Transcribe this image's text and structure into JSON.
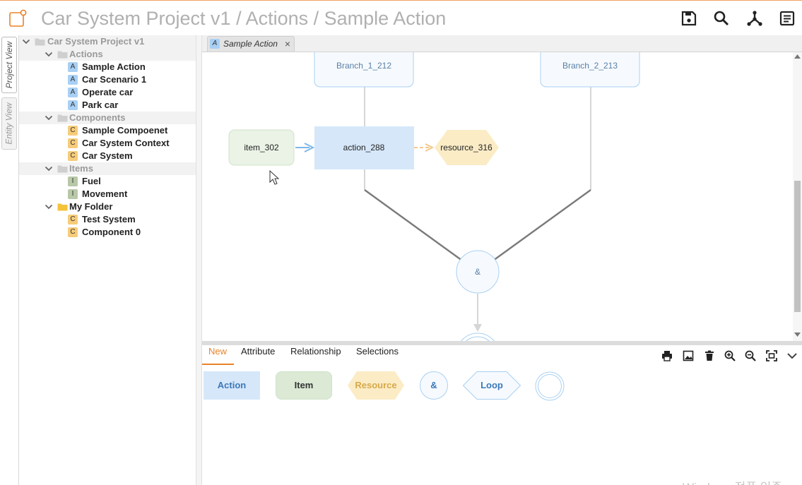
{
  "header": {
    "title": "Car System Project v1 / Actions / Sample Action",
    "icons": [
      "save-icon",
      "search-icon",
      "hierarchy-icon",
      "document-list-icon"
    ],
    "accent_color": "#f0a060"
  },
  "side_tabs": {
    "project_view": "Project View",
    "entity_view": "Entity View"
  },
  "tree": {
    "root": "Car System Project v1",
    "groups": [
      {
        "label": "Actions",
        "type_badge": "A",
        "items": [
          "Sample Action",
          "Car Scenario 1",
          "Operate car",
          "Park car"
        ]
      },
      {
        "label": "Components",
        "type_badge": "C",
        "items": [
          "Sample Compoenet",
          "Car System Context",
          "Car System"
        ]
      },
      {
        "label": "Items",
        "type_badge": "I",
        "items": [
          "Fuel",
          "Movement"
        ]
      },
      {
        "label": "My Folder",
        "type_badge": "C",
        "items": [
          "Test System",
          "Component 0"
        ]
      }
    ]
  },
  "editor": {
    "tab": {
      "badge": "A",
      "label": "Sample Action",
      "close": "×"
    },
    "diagram": {
      "branch1": "Branch_1_212",
      "branch2": "Branch_2_213",
      "item": "item_302",
      "action": "action_288",
      "resource": "resource_316",
      "and_gate": "&"
    }
  },
  "palette": {
    "tabs": [
      "New",
      "Attribute",
      "Relationship",
      "Selections"
    ],
    "active_tab": "New",
    "shapes": {
      "action": "Action",
      "item": "Item",
      "resource": "Resource",
      "and": "&",
      "loop": "Loop"
    },
    "toolbar_icons": [
      "print-icon",
      "image-export-icon",
      "delete-icon",
      "zoom-in-icon",
      "zoom-out-icon",
      "fit-screen-icon",
      "chevron-down-icon"
    ]
  },
  "watermark": "Windows 정품 인증"
}
